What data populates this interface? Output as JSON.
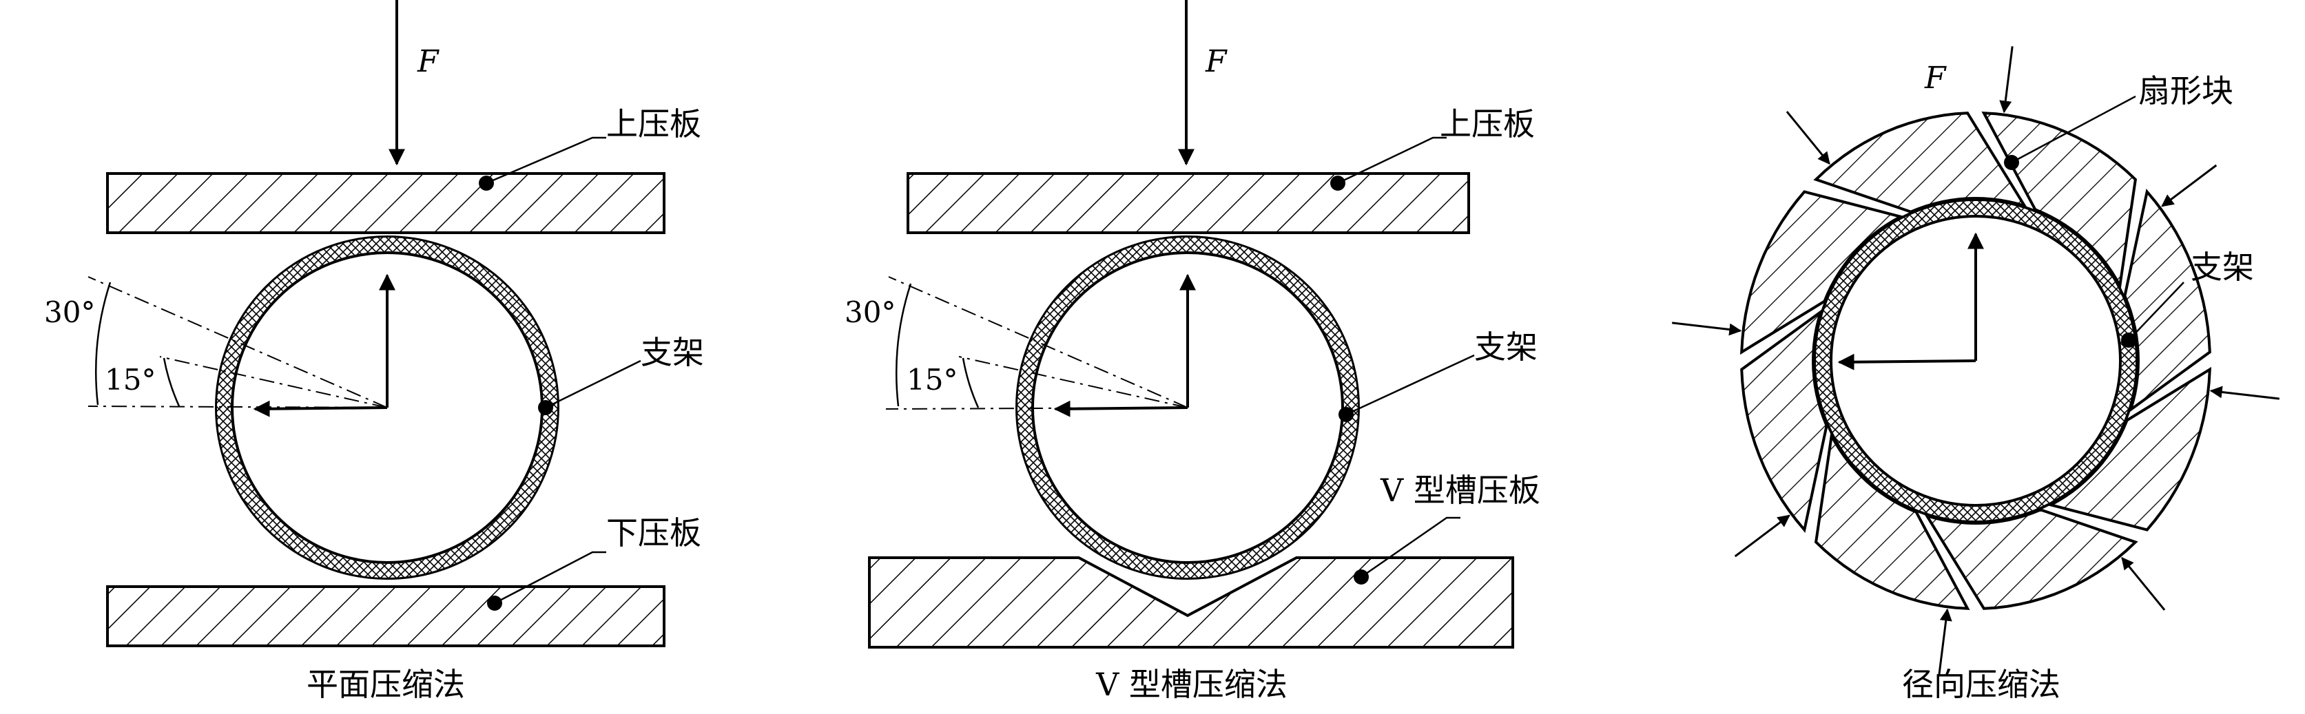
{
  "panels": {
    "flat": {
      "force_label": "F",
      "upper_plate_label": "上压板",
      "lower_plate_label": "下压板",
      "stent_label": "支架",
      "angle_30": "30°",
      "angle_15": "15°",
      "caption": "平面压缩法"
    },
    "vgroove": {
      "force_label": "F",
      "upper_plate_label": "上压板",
      "lower_plate_label": "V 型槽压板",
      "stent_label": "支架",
      "angle_30": "30°",
      "angle_15": "15°",
      "caption": "V 型槽压缩法"
    },
    "radial": {
      "force_label": "F",
      "sector_label": "扇形块",
      "stent_label": "支架",
      "caption": "径向压缩法"
    }
  },
  "colors": {
    "ink": "#000000",
    "paper": "#ffffff"
  }
}
